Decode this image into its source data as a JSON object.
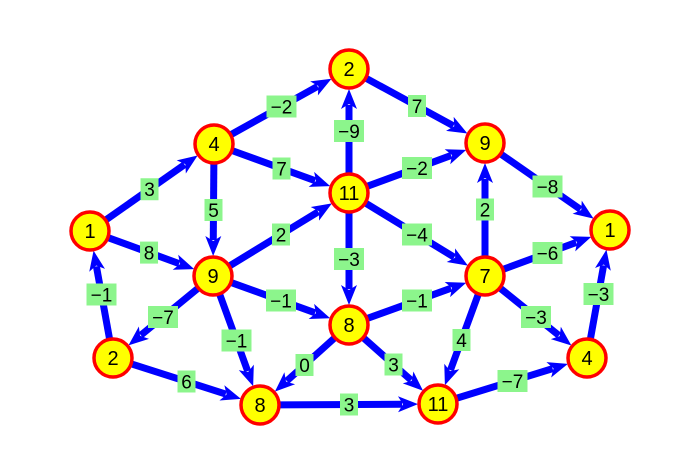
{
  "colors": {
    "edge": "#0000ff",
    "node_fill": "#ffff00",
    "node_stroke": "#ff0000",
    "label_bg": "#8cf58c",
    "text": "#000000"
  },
  "nodes": [
    {
      "id": "n1L",
      "label": "1"
    },
    {
      "id": "n4L",
      "label": "4"
    },
    {
      "id": "n2T",
      "label": "2"
    },
    {
      "id": "n11C",
      "label": "11"
    },
    {
      "id": "n9R",
      "label": "9"
    },
    {
      "id": "n1R",
      "label": "1"
    },
    {
      "id": "n9L",
      "label": "9"
    },
    {
      "id": "n7",
      "label": "7"
    },
    {
      "id": "n8C",
      "label": "8"
    },
    {
      "id": "n2BL",
      "label": "2"
    },
    {
      "id": "n8B",
      "label": "8"
    },
    {
      "id": "n11B",
      "label": "11"
    },
    {
      "id": "n4BR",
      "label": "4"
    }
  ],
  "edges": [
    {
      "from": "n1L",
      "to": "n4L",
      "weight": "3"
    },
    {
      "from": "n1L",
      "to": "n9L",
      "weight": "8"
    },
    {
      "from": "n2BL",
      "to": "n1L",
      "weight": "−1"
    },
    {
      "from": "n4L",
      "to": "n9L",
      "weight": "5"
    },
    {
      "from": "n4L",
      "to": "n2T",
      "weight": "−2"
    },
    {
      "from": "n4L",
      "to": "n11C",
      "weight": "7"
    },
    {
      "from": "n9L",
      "to": "n2BL",
      "weight": "−7"
    },
    {
      "from": "n9L",
      "to": "n11C",
      "weight": "2"
    },
    {
      "from": "n9L",
      "to": "n8C",
      "weight": "−1"
    },
    {
      "from": "n9L",
      "to": "n8B",
      "weight": "−1"
    },
    {
      "from": "n2BL",
      "to": "n8B",
      "weight": "6"
    },
    {
      "from": "n11C",
      "to": "n2T",
      "weight": "−9"
    },
    {
      "from": "n2T",
      "to": "n9R",
      "weight": "7"
    },
    {
      "from": "n11C",
      "to": "n9R",
      "weight": "−2"
    },
    {
      "from": "n11C",
      "to": "n8C",
      "weight": "−3"
    },
    {
      "from": "n11C",
      "to": "n7",
      "weight": "−4"
    },
    {
      "from": "n7",
      "to": "n9R",
      "weight": "2"
    },
    {
      "from": "n9R",
      "to": "n1R",
      "weight": "−8"
    },
    {
      "from": "n7",
      "to": "n1R",
      "weight": "−6"
    },
    {
      "from": "n8C",
      "to": "n7",
      "weight": "−1"
    },
    {
      "from": "n7",
      "to": "n4BR",
      "weight": "−3"
    },
    {
      "from": "n4BR",
      "to": "n1R",
      "weight": "−3"
    },
    {
      "from": "n7",
      "to": "n11B",
      "weight": "4"
    },
    {
      "from": "n8C",
      "to": "n8B",
      "weight": "0"
    },
    {
      "from": "n8C",
      "to": "n11B",
      "weight": "3"
    },
    {
      "from": "n8B",
      "to": "n11B",
      "weight": "3"
    },
    {
      "from": "n11B",
      "to": "n4BR",
      "weight": "−7"
    }
  ]
}
